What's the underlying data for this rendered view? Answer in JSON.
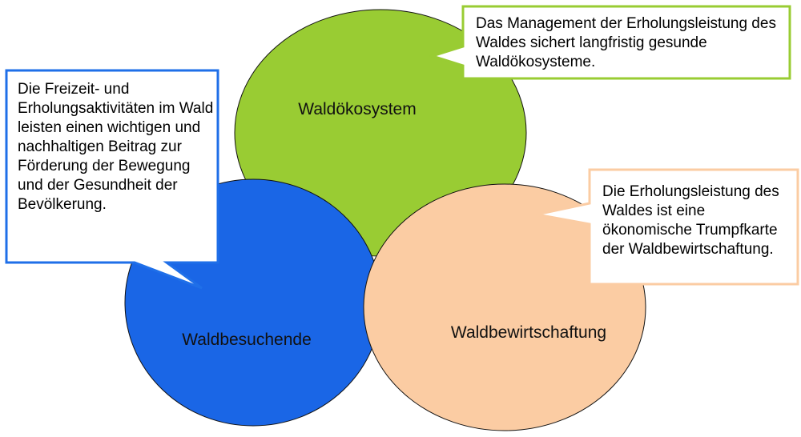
{
  "circles": {
    "ecosystem": {
      "label": "Waldökosystem",
      "color": "#99cc33"
    },
    "visitors": {
      "label": "Waldbesuchende",
      "color": "#1a66e6"
    },
    "management": {
      "label": "Waldbewirtschaftung",
      "color": "#fbcca3"
    }
  },
  "callouts": {
    "top": {
      "text": "Das Management der Erholungsleistung des Waldes sichert langfristig gesunde Waldökosysteme.",
      "border_color": "#99cc33"
    },
    "left": {
      "text": "Die Freizeit- und Erholungsaktivitäten im Wald leisten einen wichtigen und nachhaltigen Beitrag zur Förderung der Bewegung und der Gesundheit der Bevölkerung.",
      "border_color": "#1f6fe8"
    },
    "right": {
      "text": "Die Erholungsleistung des Waldes ist eine ökonomische Trumpfkarte der Waldbewirtschaftung.",
      "border_color": "#fbcca3"
    }
  }
}
